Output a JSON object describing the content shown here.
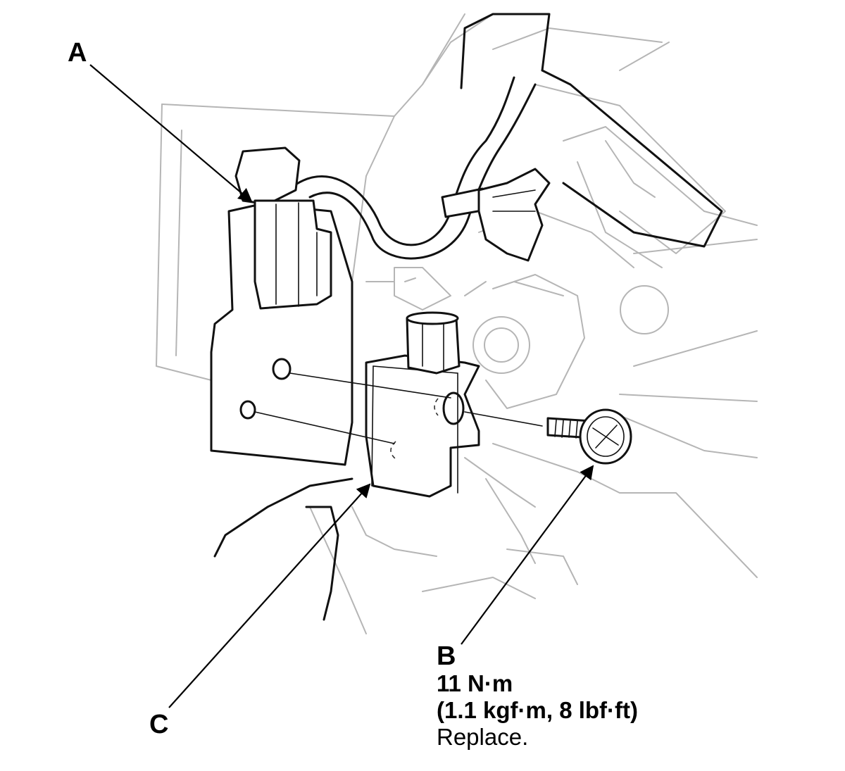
{
  "callouts": {
    "a": "A",
    "b": "B",
    "c": "C"
  },
  "spec": {
    "torque_nm": "11 N·m",
    "torque_alt": "(1.1 kgf·m, 8 lbf·ft)",
    "note": "Replace."
  },
  "colors": {
    "line": "#000000",
    "background_line": "#b5b5b5",
    "paper": "#ffffff"
  }
}
